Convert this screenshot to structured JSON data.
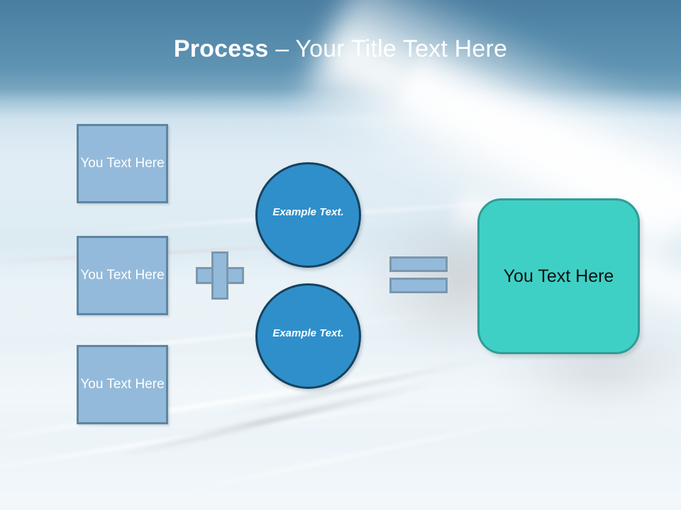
{
  "slide": {
    "title_bold": "Process",
    "title_rest": " – Your Title Text Here"
  },
  "inputs": {
    "items": [
      {
        "label": "You Text Here"
      },
      {
        "label": "You Text Here"
      },
      {
        "label": "You Text Here"
      }
    ]
  },
  "operators": {
    "plus": "plus-operator",
    "equals": "equals-operator"
  },
  "middle": {
    "items": [
      {
        "label": "Example Text."
      },
      {
        "label": "Example Text."
      }
    ]
  },
  "result": {
    "label": "You Text Here"
  },
  "colors": {
    "header_top": "#4a7da0",
    "header_bottom": "#cfe2ee",
    "body_background": "#e8f1f7",
    "input_box_fill": "#93bada",
    "input_box_border": "#5d86a1",
    "operator_fill": "#93bada",
    "operator_border": "#7a97ad",
    "circle_fill": "#2f8fca",
    "circle_border": "#15425f",
    "result_fill": "#3fd0c5",
    "result_border": "#2f9d97",
    "title_text": "#ffffff",
    "result_text": "#101010"
  }
}
